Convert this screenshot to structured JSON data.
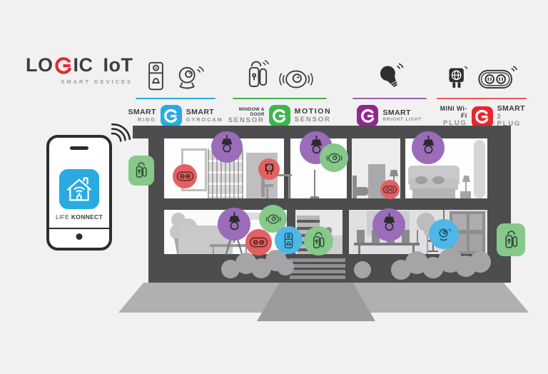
{
  "brand": {
    "logo_left": "LO",
    "logo_g_letter": "G",
    "logo_right": "IC",
    "logo_secondary": "IoT",
    "tagline": "SMART DEVICES",
    "logo_red": "#e8262d",
    "text_dark": "#3e3e40"
  },
  "product_groups": [
    {
      "name": "ring-and-gyrocam",
      "accent": "#29abe2",
      "left": {
        "title": "SMART",
        "subtitle": "RING"
      },
      "right": {
        "title": "SMART",
        "subtitle": "GYROCAM"
      },
      "badge_letter": "G",
      "icons": [
        "smart-ring-icon",
        "gyrocam-icon"
      ]
    },
    {
      "name": "door-and-motion-sensors",
      "accent": "#3db54a",
      "left": {
        "title": "WINDOW & DOOR",
        "subtitle": "SENSOR"
      },
      "right": {
        "title": "MOTION",
        "subtitle": "SENSOR"
      },
      "badge_letter": "G",
      "icons": [
        "window-door-sensor-icon",
        "motion-sensor-icon"
      ]
    },
    {
      "name": "bright-light",
      "accent": "#92278f",
      "right": {
        "title": "SMART",
        "subtitle": "BRIGHT LIGHT"
      },
      "badge_letter": "G",
      "icons": [
        "smart-bulb-icon"
      ]
    },
    {
      "name": "wifi-plugs",
      "accent": "#ed1c24",
      "left": {
        "title": "MINI Wi-Fi",
        "subtitle": "PLUG"
      },
      "right": {
        "title": "SMART",
        "subtitle": "2 PLUG"
      },
      "badge_letter": "G",
      "icons": [
        "mini-plug-icon",
        "smart-2-plug-icon"
      ]
    }
  ],
  "phone": {
    "app_label": {
      "regular": "LIFE",
      "bold": "KONNECT"
    },
    "app_icon": "home-wifi-icon",
    "app_icon_bg": "#29abe2"
  },
  "house_badge_colors": {
    "green": "#87c88b",
    "red": "#e26161",
    "purple": "#9a6cb9",
    "blue": "#4db7e5"
  }
}
